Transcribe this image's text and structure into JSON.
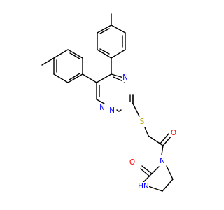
{
  "molecule": {
    "atoms": [
      {
        "id": "N1",
        "label": "N",
        "color": "#0000ff"
      },
      {
        "id": "N2",
        "label": "N",
        "color": "#0000ff"
      },
      {
        "id": "N4",
        "label": "N",
        "color": "#0000ff"
      },
      {
        "id": "S",
        "label": "S",
        "color": "#b3a100"
      },
      {
        "id": "O1",
        "label": "O",
        "color": "#ff0000"
      },
      {
        "id": "N_im",
        "label": "N",
        "color": "#0000ff"
      },
      {
        "id": "O2",
        "label": "O",
        "color": "#ff0000"
      },
      {
        "id": "NH",
        "label": "HN",
        "color": "#0000ff"
      }
    ]
  }
}
